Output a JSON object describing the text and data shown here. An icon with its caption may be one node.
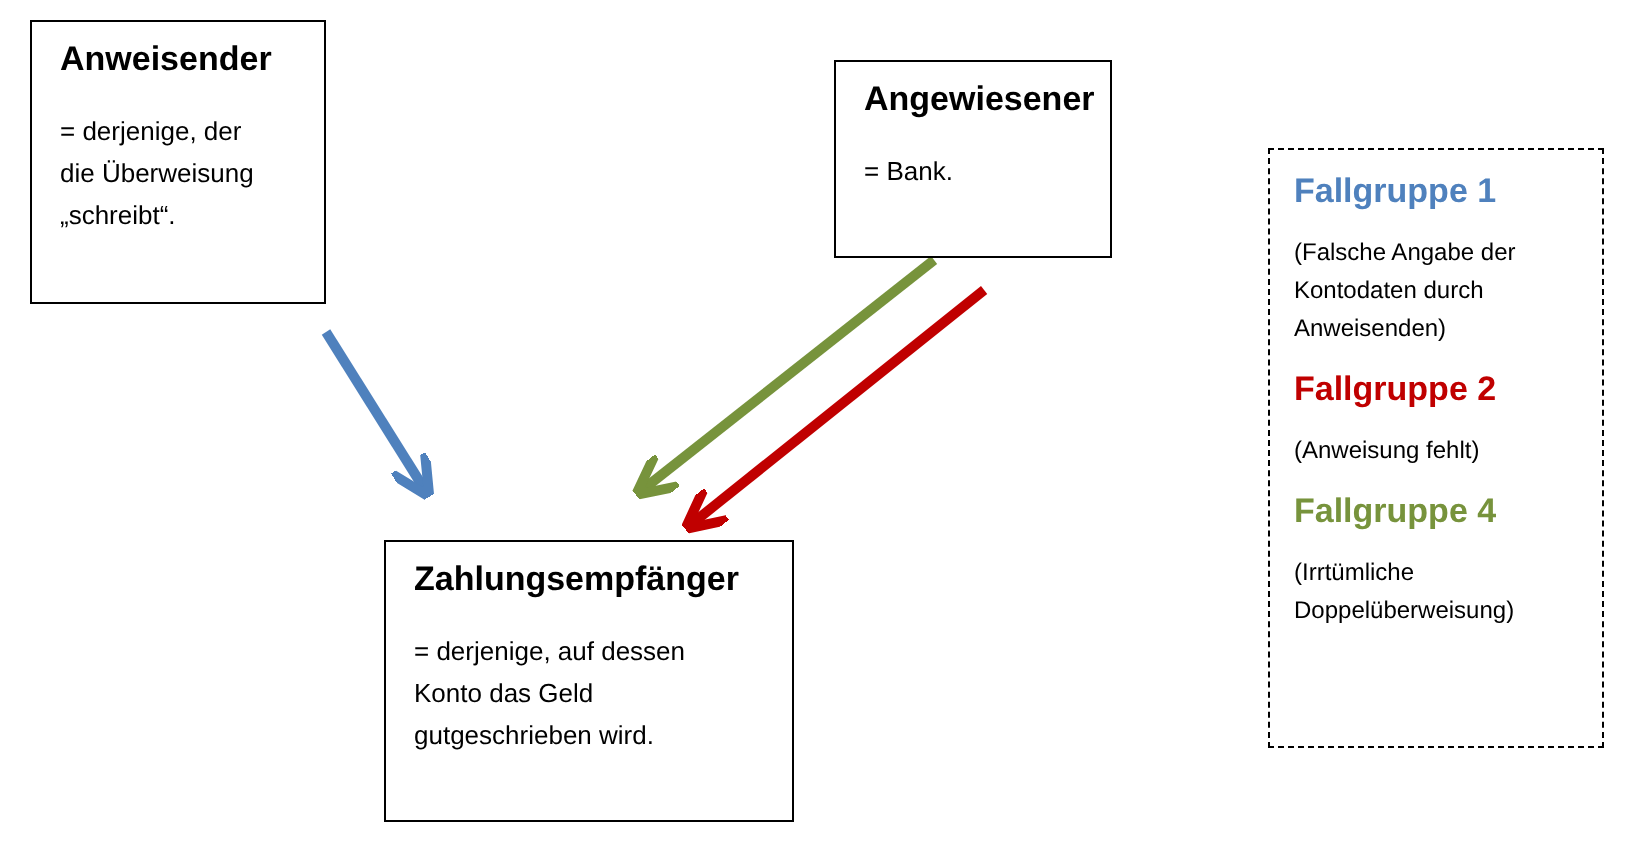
{
  "diagram": {
    "nodes": [
      {
        "text": [
          "Anweisender",
          "= derjenige, der die Überweisung „schreibt“."
        ]
      },
      {
        "text": [
          "Angewiesener",
          "= Bank."
        ]
      },
      {
        "text": [
          "Zahlungsempfänger",
          "= derjenige, auf dessen Konto das Geld gutgeschrieben wird."
        ]
      }
    ],
    "edges": [
      {
        "from": 0,
        "to": 2,
        "arrow": "to",
        "color": "#4f81bd"
      },
      {
        "from": 1,
        "to": 2,
        "arrow": "to",
        "color": "#77933c"
      },
      {
        "from": 1,
        "to": 2,
        "arrow": "to",
        "color": "#c00000"
      }
    ],
    "labels": [
      "(Falsche Angabe der Kontodaten durch Anweisenden)",
      "(Anweisung fehlt)",
      "(Irrtümliche Doppelüberweisung)"
    ],
    "legend": [
      {
        "text": "Fallgruppe 1",
        "color": "#4f81bd"
      },
      {
        "text": "Fallgruppe 2",
        "color": "#c00000"
      },
      {
        "text": "Fallgruppe 4",
        "color": "#77933c"
      }
    ]
  }
}
